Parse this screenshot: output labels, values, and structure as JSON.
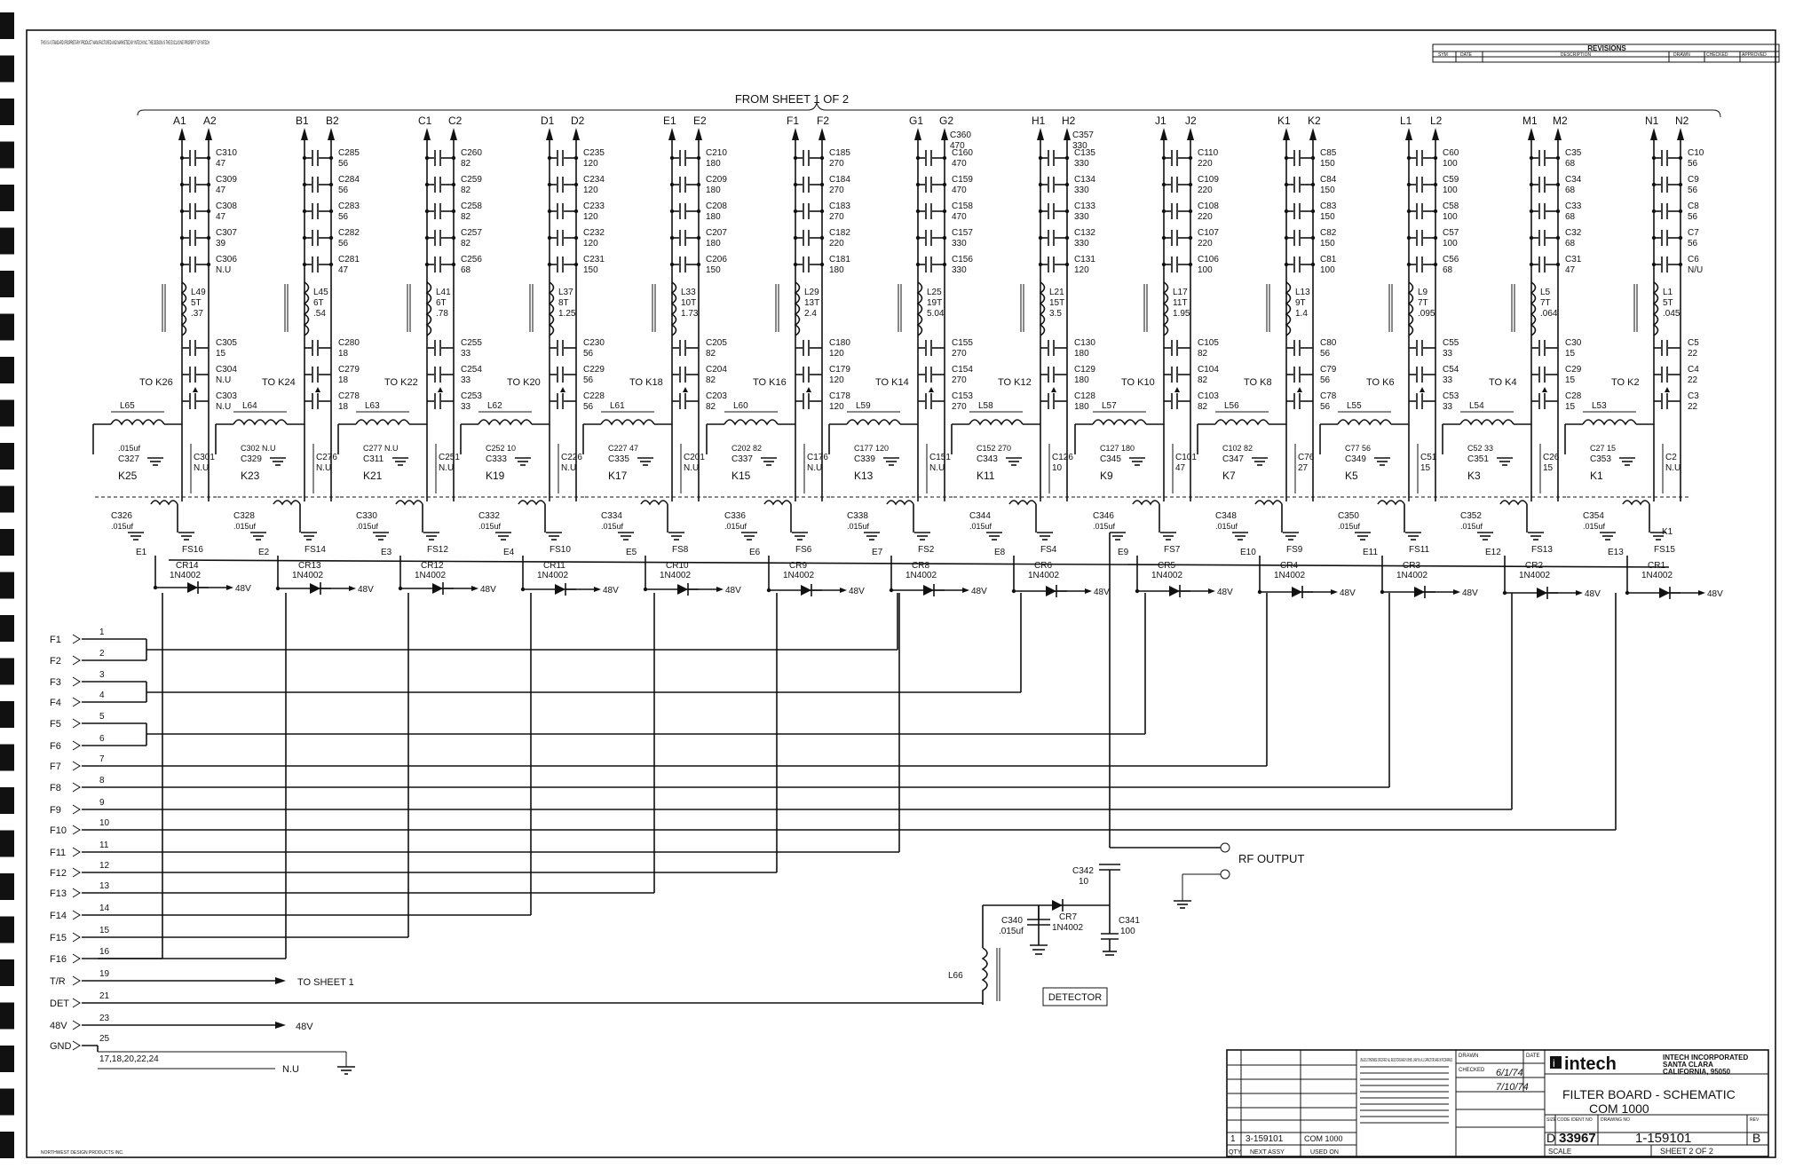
{
  "header": {
    "proprietary_note": "THIS IS A STANDARD PROPRIETARY PRODUCT MANUFACTURED AND MARKETED BY INTECH INC. THE DESIGN IS THE EXCLUSIVE PROPERTY OF INTECH",
    "from_sheet": "FROM SHEET 1 OF 2",
    "revisions_title": "REVISIONS",
    "revisions_cols": [
      "SYM",
      "DATE",
      "DESCRIPTION",
      "DRAWN",
      "CHECKED",
      "APPROVED"
    ]
  },
  "sections": [
    {
      "terms": [
        "A1",
        "A2"
      ],
      "caps_top": [
        [
          "C310",
          "47"
        ],
        [
          "C309",
          "47"
        ],
        [
          "C308",
          "47"
        ],
        [
          "C307",
          "39"
        ],
        [
          "C306",
          "N.U"
        ]
      ],
      "coil": [
        "L49",
        "5T",
        ".37"
      ],
      "caps_bot": [
        [
          "C305",
          "15"
        ],
        [
          "C304",
          "N.U"
        ],
        [
          "C303",
          "N.U"
        ]
      ],
      "to_k": "TO K26",
      "lser": "L65",
      "cp_top": "C327",
      "cp_top_val": ".015uf",
      "relay": "K25",
      "cshunt": "C301",
      "cshunt_val": "N.U",
      "crelay": "C326",
      "crelay_val": ".015uf",
      "fs": "FS16",
      "e": "E1",
      "cr": "CR14",
      "diode": "1N4002",
      "v": "48V"
    },
    {
      "terms": [
        "B1",
        "B2"
      ],
      "caps_top": [
        [
          "C285",
          "56"
        ],
        [
          "C284",
          "56"
        ],
        [
          "C283",
          "56"
        ],
        [
          "C282",
          "56"
        ],
        [
          "C281",
          "47"
        ]
      ],
      "coil": [
        "L45",
        "6T",
        ".54"
      ],
      "caps_bot": [
        [
          "C280",
          "18"
        ],
        [
          "C279",
          "18"
        ],
        [
          "C278",
          "18"
        ]
      ],
      "to_k": "TO K24",
      "lser": "L64",
      "cp_top": "C329",
      "cp_top_val": "C302 N.U",
      "relay": "K23",
      "cshunt": "C276",
      "cshunt_val": "N.U",
      "crelay": "C328",
      "crelay_val": ".015uf",
      "fs": "FS14",
      "e": "E2",
      "cr": "CR13",
      "diode": "1N4002",
      "v": "48V"
    },
    {
      "terms": [
        "C1",
        "C2"
      ],
      "caps_top": [
        [
          "C260",
          "82"
        ],
        [
          "C259",
          "82"
        ],
        [
          "C258",
          "82"
        ],
        [
          "C257",
          "82"
        ],
        [
          "C256",
          "68"
        ]
      ],
      "coil": [
        "L41",
        "6T",
        ".78"
      ],
      "caps_bot": [
        [
          "C255",
          "33"
        ],
        [
          "C254",
          "33"
        ],
        [
          "C253",
          "33"
        ]
      ],
      "to_k": "TO K22",
      "lser": "L63",
      "cp_top": "C311",
      "cp_top_val": "C277 N.U",
      "relay": "K21",
      "cshunt": "C251",
      "cshunt_val": "N.U",
      "crelay": "C330",
      "crelay_val": ".015uf",
      "fs": "FS12",
      "e": "E3",
      "cr": "CR12",
      "diode": "1N4002",
      "v": "48V"
    },
    {
      "terms": [
        "D1",
        "D2"
      ],
      "caps_top": [
        [
          "C235",
          "120"
        ],
        [
          "C234",
          "120"
        ],
        [
          "C233",
          "120"
        ],
        [
          "C232",
          "120"
        ],
        [
          "C231",
          "150"
        ]
      ],
      "coil": [
        "L37",
        "8T",
        "1.25"
      ],
      "caps_bot": [
        [
          "C230",
          "56"
        ],
        [
          "C229",
          "56"
        ],
        [
          "C228",
          "56"
        ]
      ],
      "to_k": "TO K20",
      "lser": "L62",
      "cp_top": "C333",
      "cp_top_val": "C252 10",
      "relay": "K19",
      "cshunt": "C226",
      "cshunt_val": "N.U",
      "crelay": "C332",
      "crelay_val": ".015uf",
      "fs": "FS10",
      "e": "E4",
      "cr": "CR11",
      "diode": "1N4002",
      "v": "48V"
    },
    {
      "terms": [
        "E1",
        "E2"
      ],
      "caps_top": [
        [
          "C210",
          "180"
        ],
        [
          "C209",
          "180"
        ],
        [
          "C208",
          "180"
        ],
        [
          "C207",
          "180"
        ],
        [
          "C206",
          "150"
        ]
      ],
      "coil": [
        "L33",
        "10T",
        "1.73"
      ],
      "caps_bot": [
        [
          "C205",
          "82"
        ],
        [
          "C204",
          "82"
        ],
        [
          "C203",
          "82"
        ]
      ],
      "to_k": "TO K18",
      "lser": "L61",
      "cp_top": "C335",
      "cp_top_val": "C227 47",
      "relay": "K17",
      "cshunt": "C201",
      "cshunt_val": "N.U",
      "crelay": "C334",
      "crelay_val": ".015uf",
      "fs": "FS8",
      "e": "E5",
      "cr": "CR10",
      "diode": "1N4002",
      "v": "48V"
    },
    {
      "terms": [
        "F1",
        "F2"
      ],
      "caps_top": [
        [
          "C185",
          "270"
        ],
        [
          "C184",
          "270"
        ],
        [
          "C183",
          "270"
        ],
        [
          "C182",
          "220"
        ],
        [
          "C181",
          "180"
        ]
      ],
      "coil": [
        "L29",
        "13T",
        "2.4"
      ],
      "caps_bot": [
        [
          "C180",
          "120"
        ],
        [
          "C179",
          "120"
        ],
        [
          "C178",
          "120"
        ]
      ],
      "to_k": "TO K16",
      "lser": "L60",
      "cp_top": "C337",
      "cp_top_val": "C202 82",
      "relay": "K15",
      "cshunt": "C176",
      "cshunt_val": "N.U",
      "crelay": "C336",
      "crelay_val": ".015uf",
      "fs": "FS6",
      "e": "E6",
      "cr": "CR9",
      "diode": "1N4002",
      "v": "48V"
    },
    {
      "terms": [
        "G1",
        "G2"
      ],
      "caps_top": [
        [
          "C160",
          "470"
        ],
        [
          "C159",
          "470"
        ],
        [
          "C158",
          "470"
        ],
        [
          "C157",
          "330"
        ],
        [
          "C156",
          "330"
        ]
      ],
      "coil": [
        "L25",
        "19T",
        "5.04"
      ],
      "caps_bot": [
        [
          "C155",
          "270"
        ],
        [
          "C154",
          "270"
        ],
        [
          "C153",
          "270"
        ]
      ],
      "to_k": "TO K14",
      "lser": "L59",
      "cp_top": "C339",
      "cp_top_val": "C177 120",
      "relay": "K13",
      "cshunt": "C151",
      "cshunt_val": "N.U",
      "crelay": "C338",
      "crelay_val": ".015uf",
      "fs": "FS2",
      "e": "E7",
      "cr": "CR8",
      "diode": "1N4002",
      "v": "48V"
    },
    {
      "terms": [
        "H1",
        "H2"
      ],
      "caps_top": [
        [
          "C135",
          "330"
        ],
        [
          "C134",
          "330"
        ],
        [
          "C133",
          "330"
        ],
        [
          "C132",
          "330"
        ],
        [
          "C131",
          "120"
        ]
      ],
      "coil": [
        "L21",
        "15T",
        "3.5"
      ],
      "caps_bot": [
        [
          "C130",
          "180"
        ],
        [
          "C129",
          "180"
        ],
        [
          "C128",
          "180"
        ]
      ],
      "to_k": "TO K12",
      "lser": "L58",
      "cp_top": "C343",
      "cp_top_val": "C152 270",
      "relay": "K11",
      "cshunt": "C126",
      "cshunt_val": "10",
      "crelay": "C344",
      "crelay_val": ".015uf",
      "fs": "FS4",
      "e": "E8",
      "cr": "CR6",
      "diode": "1N4002",
      "v": "48V"
    },
    {
      "terms": [
        "J1",
        "J2"
      ],
      "caps_top": [
        [
          "C110",
          "220"
        ],
        [
          "C109",
          "220"
        ],
        [
          "C108",
          "220"
        ],
        [
          "C107",
          "220"
        ],
        [
          "C106",
          "100"
        ]
      ],
      "coil": [
        "L17",
        "11T",
        "1.95"
      ],
      "caps_bot": [
        [
          "C105",
          "82"
        ],
        [
          "C104",
          "82"
        ],
        [
          "C103",
          "82"
        ]
      ],
      "to_k": "TO K10",
      "lser": "L57",
      "cp_top": "C345",
      "cp_top_val": "C127 180",
      "relay": "K9",
      "cshunt": "C101",
      "cshunt_val": "47",
      "crelay": "C346",
      "crelay_val": ".015uf",
      "fs": "FS7",
      "e": "E9",
      "cr": "CR5",
      "diode": "1N4002",
      "v": "48V"
    },
    {
      "terms": [
        "K1",
        "K2"
      ],
      "caps_top": [
        [
          "C85",
          "150"
        ],
        [
          "C84",
          "150"
        ],
        [
          "C83",
          "150"
        ],
        [
          "C82",
          "150"
        ],
        [
          "C81",
          "100"
        ]
      ],
      "coil": [
        "L13",
        "9T",
        "1.4"
      ],
      "caps_bot": [
        [
          "C80",
          "56"
        ],
        [
          "C79",
          "56"
        ],
        [
          "C78",
          "56"
        ]
      ],
      "to_k": "TO K8",
      "lser": "L56",
      "cp_top": "C347",
      "cp_top_val": "C102 82",
      "relay": "K7",
      "cshunt": "C76",
      "cshunt_val": "27",
      "crelay": "C348",
      "crelay_val": ".015uf",
      "fs": "FS9",
      "e": "E10",
      "cr": "CR4",
      "diode": "1N4002",
      "v": "48V"
    },
    {
      "terms": [
        "L1",
        "L2"
      ],
      "caps_top": [
        [
          "C60",
          "100"
        ],
        [
          "C59",
          "100"
        ],
        [
          "C58",
          "100"
        ],
        [
          "C57",
          "100"
        ],
        [
          "C56",
          "68"
        ]
      ],
      "coil": [
        "L9",
        "7T",
        ".095"
      ],
      "caps_bot": [
        [
          "C55",
          "33"
        ],
        [
          "C54",
          "33"
        ],
        [
          "C53",
          "33"
        ]
      ],
      "to_k": "TO K6",
      "lser": "L55",
      "cp_top": "C349",
      "cp_top_val": "C77 56",
      "relay": "K5",
      "cshunt": "C51",
      "cshunt_val": "15",
      "crelay": "C350",
      "crelay_val": ".015uf",
      "fs": "FS11",
      "e": "E11",
      "cr": "CR3",
      "diode": "1N4002",
      "v": "48V"
    },
    {
      "terms": [
        "M1",
        "M2"
      ],
      "caps_top": [
        [
          "C35",
          "68"
        ],
        [
          "C34",
          "68"
        ],
        [
          "C33",
          "68"
        ],
        [
          "C32",
          "68"
        ],
        [
          "C31",
          "47"
        ]
      ],
      "coil": [
        "L5",
        "7T",
        ".064"
      ],
      "caps_bot": [
        [
          "C30",
          "15"
        ],
        [
          "C29",
          "15"
        ],
        [
          "C28",
          "15"
        ]
      ],
      "to_k": "TO K4",
      "lser": "L54",
      "cp_top": "C351",
      "cp_top_val": "C52 33",
      "relay": "K3",
      "cshunt": "C26",
      "cshunt_val": "15",
      "crelay": "C352",
      "crelay_val": ".015uf",
      "fs": "FS13",
      "e": "E12",
      "cr": "CR2",
      "diode": "1N4002",
      "v": "48V"
    },
    {
      "terms": [
        "N1",
        "N2"
      ],
      "caps_top": [
        [
          "C10",
          "56"
        ],
        [
          "C9",
          "56"
        ],
        [
          "C8",
          "56"
        ],
        [
          "C7",
          "56"
        ],
        [
          "C6",
          "N/U"
        ]
      ],
      "coil": [
        "L1",
        "5T",
        ".045"
      ],
      "caps_bot": [
        [
          "C5",
          "22"
        ],
        [
          "C4",
          "22"
        ],
        [
          "C3",
          "22"
        ]
      ],
      "to_k": "TO K2",
      "lser": "L53",
      "cp_top": "C353",
      "cp_top_val": "C27 15",
      "relay": "K1",
      "cshunt": "C2",
      "cshunt_val": "N.U",
      "crelay": "C354",
      "crelay_val": ".015uf",
      "fs": "FS15",
      "e": "E13",
      "cr": "CR1",
      "diode": "1N4002",
      "v": "48V"
    }
  ],
  "g_extra": [
    [
      "C360",
      "470"
    ]
  ],
  "h_extra": [
    [
      "C357",
      "330"
    ]
  ],
  "k1_label": "K1",
  "inputs": [
    {
      "name": "F1",
      "pin": "1"
    },
    {
      "name": "F2",
      "pin": "2"
    },
    {
      "name": "F3",
      "pin": "3"
    },
    {
      "name": "F4",
      "pin": "4"
    },
    {
      "name": "F5",
      "pin": "5"
    },
    {
      "name": "F6",
      "pin": "6"
    },
    {
      "name": "F7",
      "pin": "7"
    },
    {
      "name": "F8",
      "pin": "8"
    },
    {
      "name": "F9",
      "pin": "9"
    },
    {
      "name": "F10",
      "pin": "10"
    },
    {
      "name": "F11",
      "pin": "11"
    },
    {
      "name": "F12",
      "pin": "12"
    },
    {
      "name": "F13",
      "pin": "13"
    },
    {
      "name": "F14",
      "pin": "14"
    },
    {
      "name": "F15",
      "pin": "15"
    },
    {
      "name": "F16",
      "pin": "16"
    },
    {
      "name": "T/R",
      "pin": "19"
    },
    {
      "name": "DET",
      "pin": "21"
    },
    {
      "name": "48V",
      "pin": "23"
    },
    {
      "name": "GND",
      "pin": "25"
    }
  ],
  "nu_pins": "17,18,20,22,24",
  "nu_label": "N.U",
  "to_sheet": "TO SHEET 1",
  "v48_label": "48V",
  "rf_output": "RF OUTPUT",
  "detector": {
    "c342": "C342",
    "c342_val": "10",
    "c340": "C340",
    "c340_val": ".015uf",
    "cr7": "CR7",
    "cr7_val": "1N4002",
    "c341": "C341",
    "c341_val": "100",
    "l66": "L66",
    "box": "DETECTOR"
  },
  "title_block": {
    "company": "intech",
    "company_full": "INTECH INCORPORATED",
    "city": "SANTA CLARA",
    "state": "CALIFORNIA, 95050",
    "title_line1": "FILTER BOARD - SCHEMATIC",
    "title_line2": "COM 1000",
    "size": "D",
    "code_ident": "33967",
    "drawing_no": "1-159101",
    "rev": "B",
    "sheet": "SHEET 2 OF 2",
    "scale": "SCALE",
    "drawn_label": "DRAWN",
    "checked_label": "CHECKED",
    "date_label": "DATE",
    "drawn_date": "6/1/74",
    "checked_date": "7/10/74",
    "qty_label": "QTY",
    "next_assy_label": "NEXT ASSY",
    "used_on_label": "USED ON",
    "qty": "1",
    "next_assy": "3-159101",
    "used_on": "COM 1000",
    "size_label": "SIZE",
    "code_label": "CODE IDENT NO",
    "dwg_label": "DRAWING NO",
    "rev_label": "REV",
    "notes": "UNLESS OTHERWISE SPECIFIED: ALL RESISTORS ARE IN OHMS, 1/4W 5%; ALL CAPACITORS ARE IN PICOFARADS",
    "footer_note": "NORTHWEST DESIGN PRODUCTS INC."
  }
}
